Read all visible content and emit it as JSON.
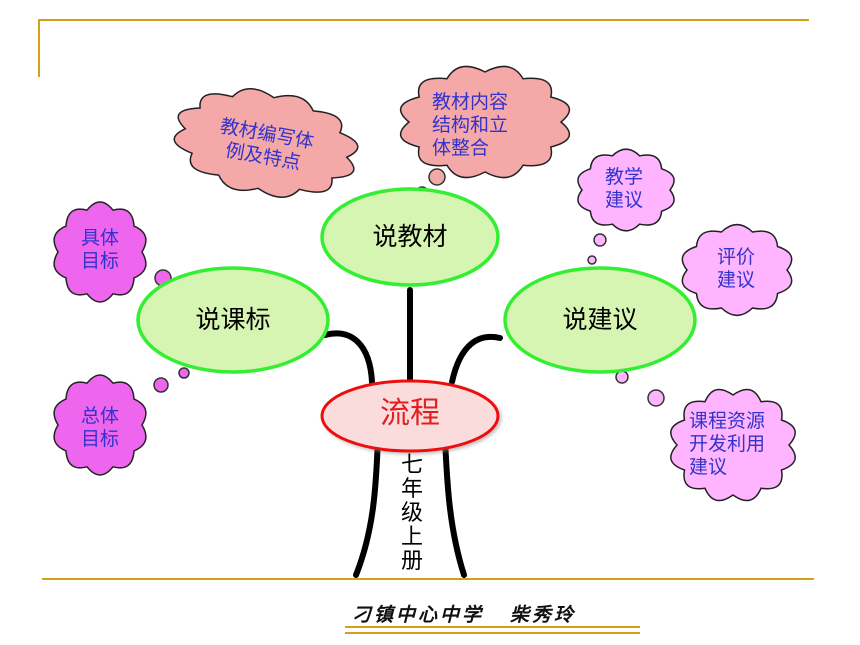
{
  "diagram": {
    "center": "流程",
    "trunk_text": "七年级上册",
    "nodes": {
      "left": "说课标",
      "top": "说教材",
      "right": "说建议"
    },
    "clouds": {
      "left_top": "具体\n目标",
      "left_bottom": "总体\n目标",
      "top_left": "教材编写体\n例及特点",
      "top_right": "教材内容\n结构和立\n体整合",
      "right_1": "教学\n建议",
      "right_2": "评价\n建议",
      "right_3": "课程资源\n开发利用\n建议"
    },
    "colors": {
      "node_fill": "#d7f5b2",
      "node_stroke": "#33ee33",
      "center_fill": "#fbdcdc",
      "center_stroke": "#ee1111",
      "cloud_left": "#ee66ee",
      "cloud_top": "#f4a8a8",
      "cloud_right": "#ffb4ff",
      "cloud_stroke": "#222222",
      "accent_line": "#d4a017"
    }
  },
  "footer": {
    "school": "刁镇中心中学",
    "author": "柴秀玲"
  }
}
